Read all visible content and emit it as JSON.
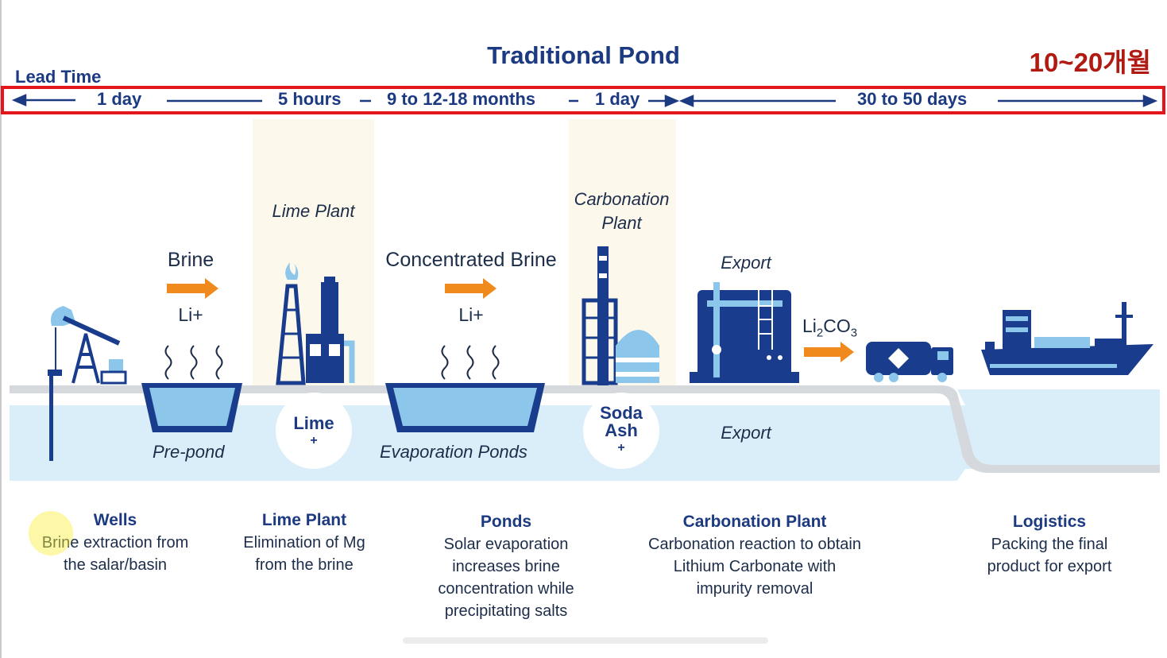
{
  "header": {
    "title": "Traditional Pond",
    "duration_korean": "10~20개월",
    "lead_time_label": "Lead Time"
  },
  "timeline": {
    "segments": [
      "1 day",
      "5 hours",
      "9 to 12-18 months",
      "1 day",
      "30 to 50 days"
    ],
    "highlight_color": "#e3171b"
  },
  "scene": {
    "flows": {
      "brine": "Brine",
      "li_1": "Li+",
      "concentrated_brine": "Concentrated Brine",
      "li_2": "Li+",
      "li2co3_prefix": "Li",
      "li2co3_sub1": "2",
      "li2co3_mid": "CO",
      "li2co3_sub2": "3"
    },
    "stage_labels": {
      "lime_plant_line1": "Lime Plant",
      "carbonation_line1": "Carbonation",
      "carbonation_line2": "Plant",
      "export_top": "Export",
      "export_bottom": "Export"
    },
    "ponds": {
      "pre_pond": "Pre-pond",
      "evaporation": "Evaporation  Ponds"
    },
    "inputs": {
      "lime": "Lime",
      "lime_plus": "+",
      "soda_line1": "Soda",
      "soda_line2": "Ash",
      "soda_plus": "+"
    }
  },
  "steps": [
    {
      "heading": "Wells",
      "lines": [
        "Brine extraction from",
        "the salar/basin"
      ]
    },
    {
      "heading": "Lime Plant",
      "lines": [
        "Elimination of Mg",
        "from the brine"
      ]
    },
    {
      "heading": "Ponds",
      "lines": [
        "Solar evaporation",
        "increases brine",
        "concentration while",
        "precipitating salts"
      ]
    },
    {
      "heading": "Carbonation Plant",
      "lines": [
        "Carbonation reaction to obtain",
        "Lithium Carbonate with",
        "impurity removal"
      ]
    },
    {
      "heading": "Logistics",
      "lines": [
        "Packing the final",
        "product for export"
      ]
    }
  ],
  "colors": {
    "navy": "#1c3a82",
    "dark_icon": "#1a3c8c",
    "water": "#d9eef9",
    "pond_fill": "#8cc6ea",
    "arrow": "#f08a1c",
    "accent_red": "#b11a12"
  }
}
